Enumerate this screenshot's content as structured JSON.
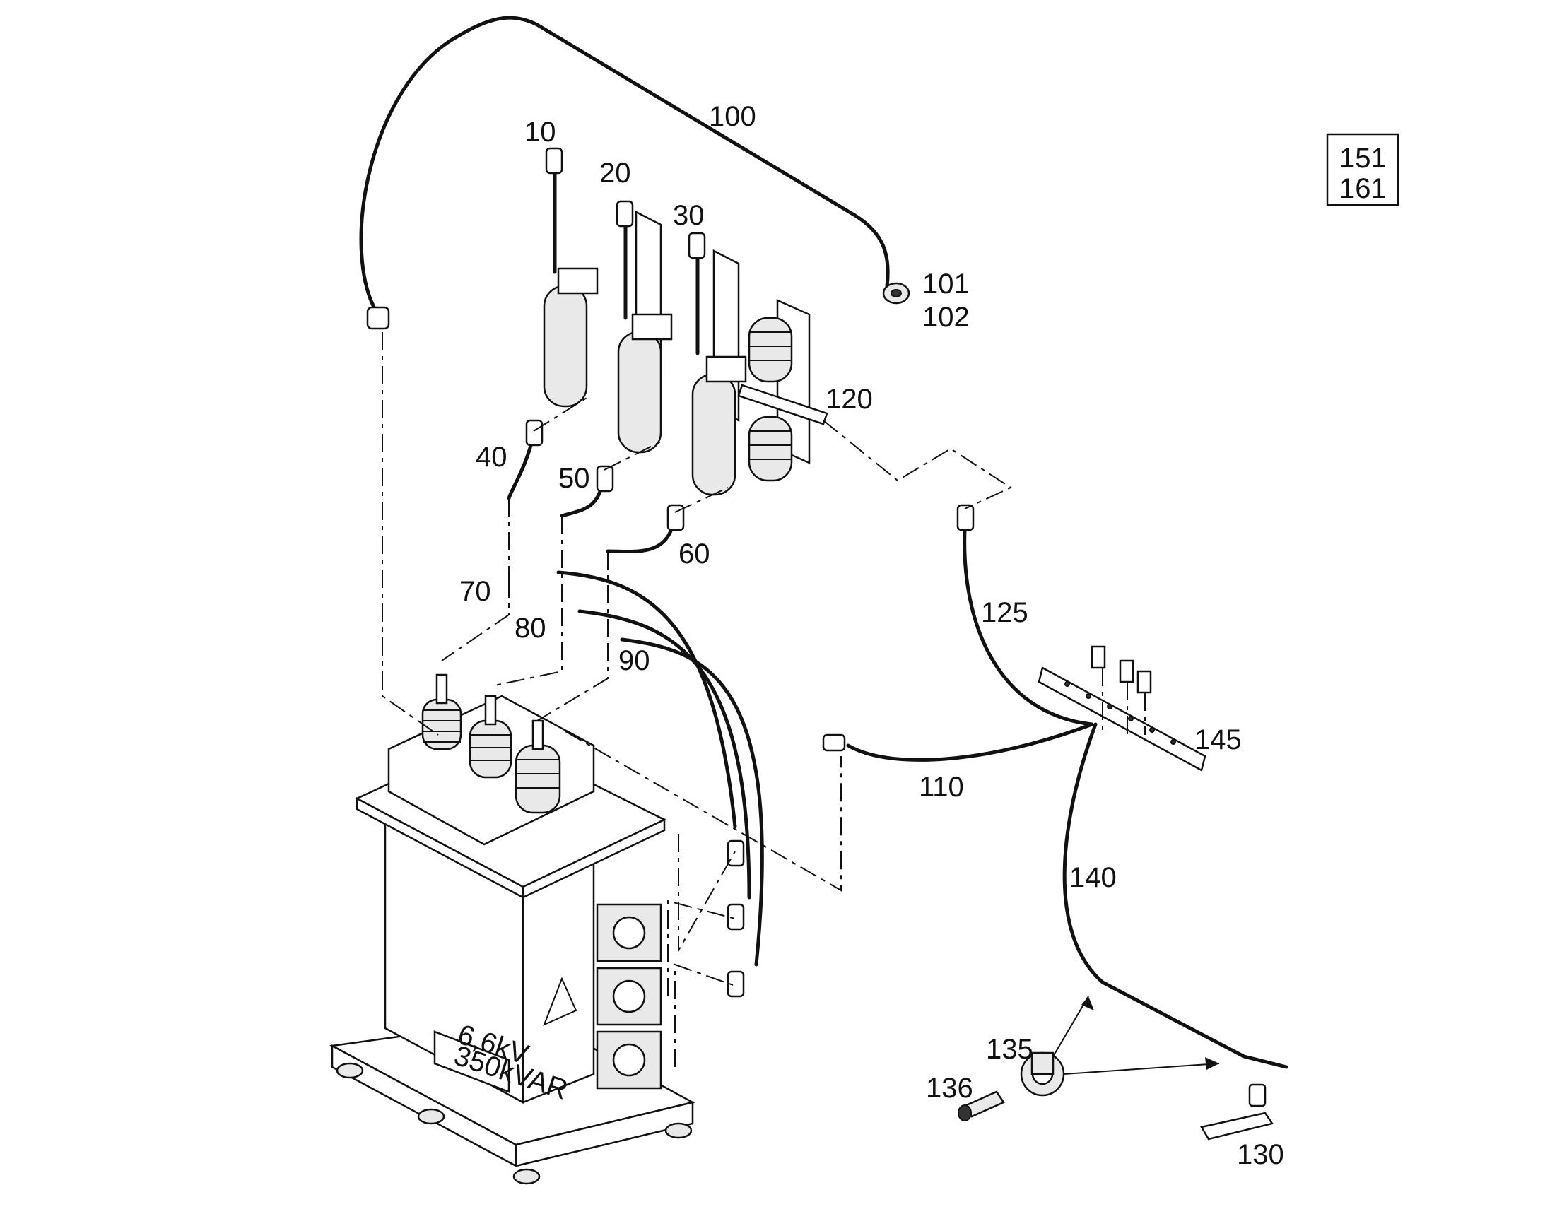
{
  "callouts": [
    {
      "id": "c10",
      "text": "10"
    },
    {
      "id": "c20",
      "text": "20"
    },
    {
      "id": "c30",
      "text": "30"
    },
    {
      "id": "c40",
      "text": "40"
    },
    {
      "id": "c50",
      "text": "50"
    },
    {
      "id": "c60",
      "text": "60"
    },
    {
      "id": "c70",
      "text": "70"
    },
    {
      "id": "c80",
      "text": "80"
    },
    {
      "id": "c90",
      "text": "90"
    },
    {
      "id": "c100",
      "text": "100"
    },
    {
      "id": "c101",
      "text": "101"
    },
    {
      "id": "c102",
      "text": "102"
    },
    {
      "id": "c110",
      "text": "110"
    },
    {
      "id": "c120",
      "text": "120"
    },
    {
      "id": "c125",
      "text": "125"
    },
    {
      "id": "c130",
      "text": "130"
    },
    {
      "id": "c135",
      "text": "135"
    },
    {
      "id": "c136",
      "text": "136"
    },
    {
      "id": "c140",
      "text": "140"
    },
    {
      "id": "c145",
      "text": "145"
    }
  ],
  "reference_box": {
    "line1": "151",
    "line2": "161"
  },
  "capacitor_plate": {
    "line1": "6,6kV",
    "line2": "350kVAR"
  },
  "colors": {
    "ink": "#111111",
    "background": "#ffffff"
  }
}
